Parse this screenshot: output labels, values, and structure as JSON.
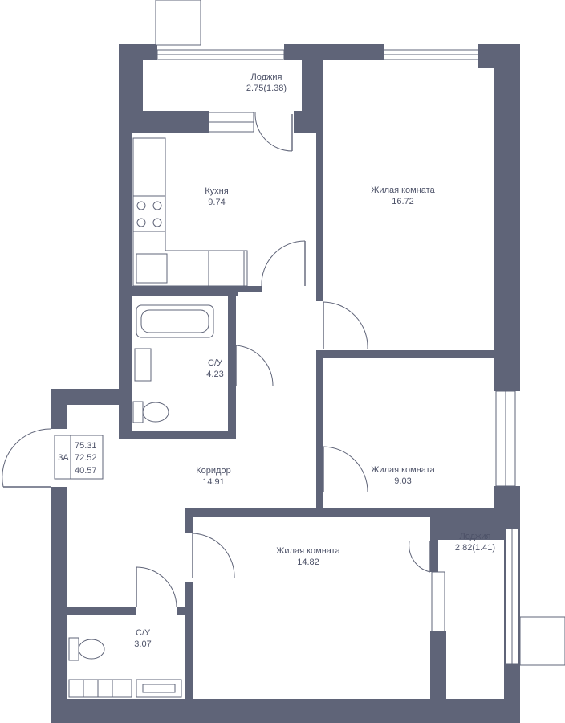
{
  "apartment": {
    "type": "3А",
    "area_total": "75.31",
    "area_living_total": "72.52",
    "area_living": "40.57"
  },
  "rooms": {
    "loggia_top": {
      "name": "Лоджия",
      "area": "2.75(1.38)"
    },
    "kitchen": {
      "name": "Кухня",
      "area": "9.74"
    },
    "living_1": {
      "name": "Жилая комната",
      "area": "16.72"
    },
    "bathroom_1": {
      "name": "С/У",
      "area": "4.23"
    },
    "corridor": {
      "name": "Коридор",
      "area": "14.91"
    },
    "living_2": {
      "name": "Жилая комната",
      "area": "9.03"
    },
    "living_3": {
      "name": "Жилая комната",
      "area": "14.82"
    },
    "loggia_right": {
      "name": "Лоджия",
      "area": "2.82(1.41)"
    },
    "bathroom_2": {
      "name": "С/У",
      "area": "3.07"
    }
  },
  "colors": {
    "wall": "#5f6478",
    "background": "#ffffff"
  }
}
